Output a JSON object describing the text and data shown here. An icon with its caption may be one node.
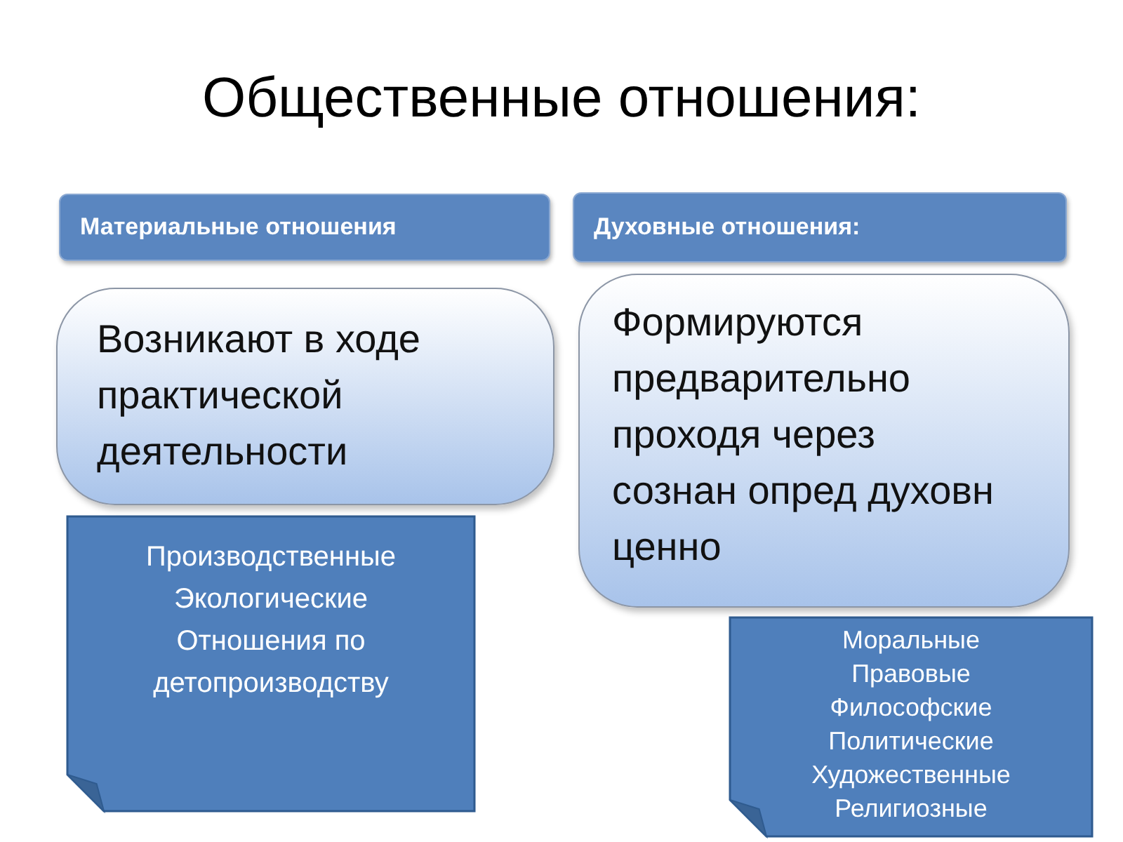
{
  "diagram": {
    "title": "Общественные отношения:",
    "nodes": [
      {
        "text": [
          "Материальные отношения"
        ]
      },
      {
        "text": [
          "Духовные отношения:"
        ]
      },
      {
        "text": [
          "Возникают в ходе практической деятельности"
        ]
      },
      {
        "text": [
          "Производственные",
          "Экологические",
          "Отношения по детопроизводству"
        ]
      },
      {
        "text": [
          "Формируются предварительно проходя через",
          "сознан опред духовн ценно"
        ]
      },
      {
        "text": [
          "Моральные",
          "Правовые",
          "Философские",
          "Политические",
          "Художественные",
          "Религиозные"
        ]
      }
    ]
  }
}
